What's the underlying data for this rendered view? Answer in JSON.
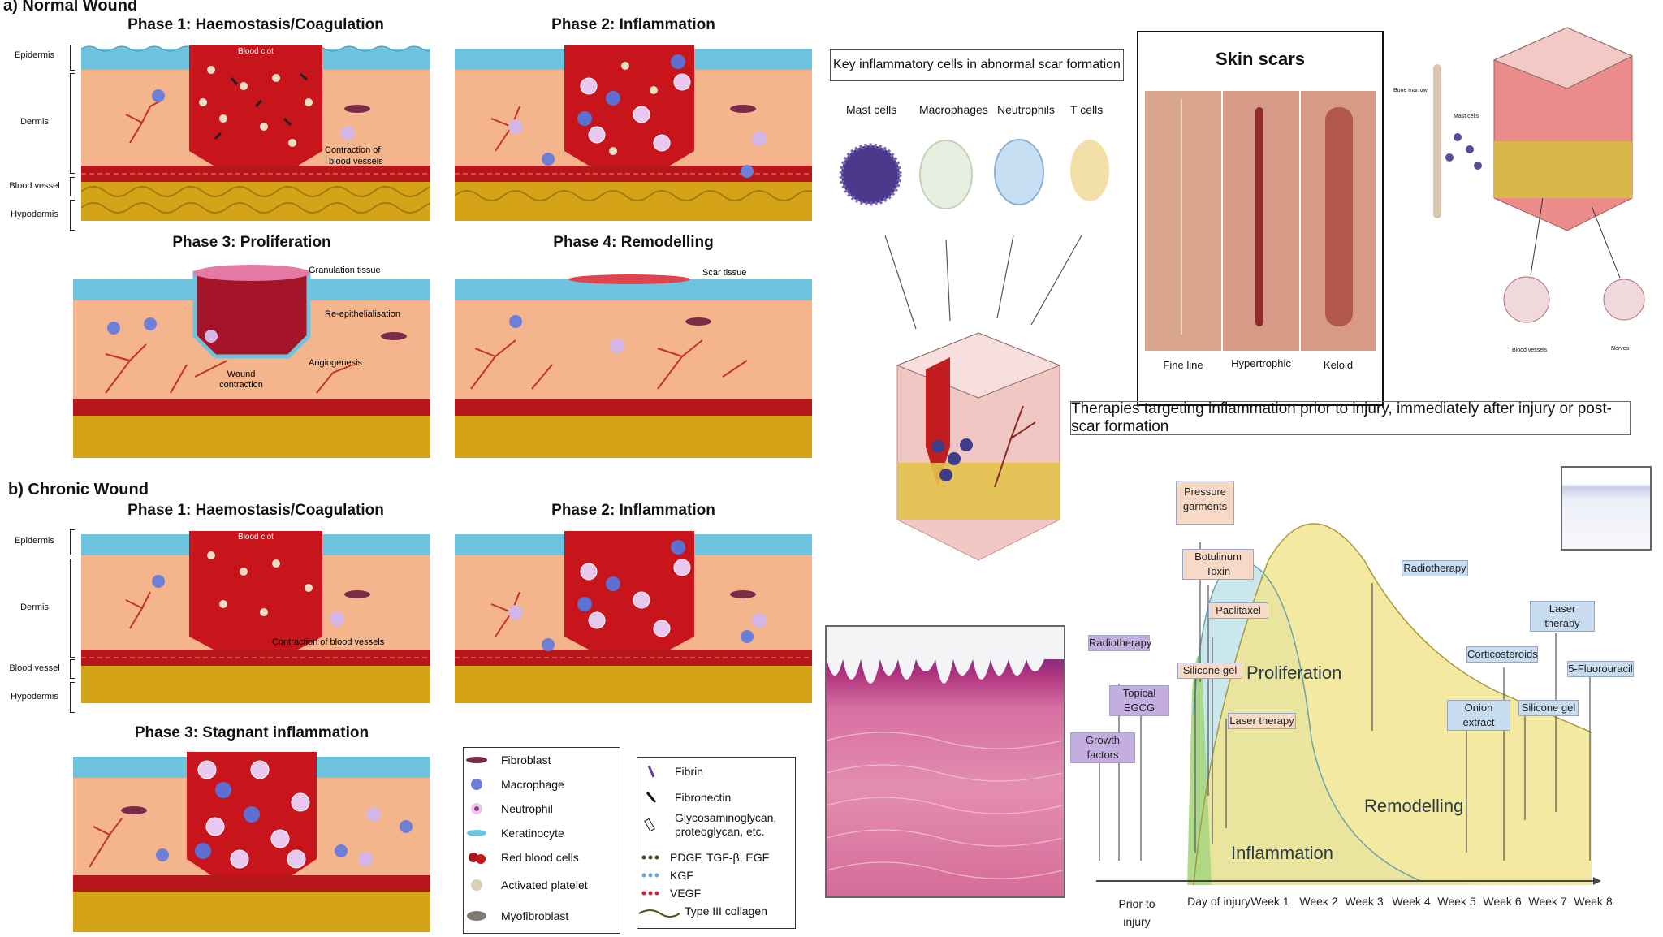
{
  "section_a": {
    "title": "a) Normal Wound",
    "layers": [
      "Epidermis",
      "Dermis",
      "Blood vessel",
      "Hypodermis"
    ],
    "phase1": {
      "title": "Phase 1: Haemostasis/Coagulation",
      "clot": "Blood clot",
      "note": "Contraction of\nblood vessels"
    },
    "phase2": {
      "title": "Phase 2: Inflammation"
    },
    "phase3": {
      "title": "Phase 3: Proliferation",
      "granulation": "Granulation tissue",
      "reepi": "Re-epithelialisation",
      "wound_contraction": "Wound\ncontraction",
      "angiogenesis": "Angiogenesis"
    },
    "phase4": {
      "title": "Phase 4: Remodelling",
      "scar": "Scar tissue"
    }
  },
  "section_b": {
    "title": "b) Chronic Wound",
    "layers": [
      "Epidermis",
      "Dermis",
      "Blood vessel",
      "Hypodermis"
    ],
    "phase1": {
      "title": "Phase 1: Haemostasis/Coagulation",
      "clot": "Blood clot",
      "note": "Contraction of blood vessels"
    },
    "phase2": {
      "title": "Phase 2: Inflammation"
    },
    "phase3": {
      "title": "Phase 3: Stagnant inflammation"
    }
  },
  "legend_cells": [
    {
      "label": "Fibroblast",
      "icon": "fibroblast-icon"
    },
    {
      "label": "Macrophage",
      "icon": "macrophage-icon"
    },
    {
      "label": "Neutrophil",
      "icon": "neutrophil-icon"
    },
    {
      "label": "Keratinocyte",
      "icon": "keratinocyte-icon"
    },
    {
      "label": "Red blood cells",
      "icon": "rbc-icon"
    },
    {
      "label": "Activated platelet",
      "icon": "platelet-icon"
    },
    {
      "label": "Myofibroblast",
      "icon": "myofibroblast-icon"
    }
  ],
  "legend_matrix": [
    {
      "label": "Fibrin",
      "icon": "fibrin-icon"
    },
    {
      "label": "Fibronectin",
      "icon": "fibronectin-icon"
    },
    {
      "label": "Glycosaminoglycan,\nproteoglycan, etc.",
      "icon": "gag-icon"
    },
    {
      "label": "PDGF, TGF-β, EGF",
      "icon": "pdgf-dots-icon"
    },
    {
      "label": "KGF",
      "icon": "kgf-dots-icon"
    },
    {
      "label": "VEGF",
      "icon": "vegf-dots-icon"
    },
    {
      "label": "Type III collagen",
      "icon": "collagen-line-icon"
    }
  ],
  "key_cells": {
    "title": "Key inflammatory cells in abnormal scar formation",
    "cells": [
      "Mast cells",
      "Macrophages",
      "Neutrophils",
      "T cells"
    ]
  },
  "skin_scars": {
    "title": "Skin scars",
    "types": [
      "Fine line",
      "Hypertrophic",
      "Keloid"
    ]
  },
  "tiny_labels": [
    "Bone marrow",
    "Mast cells",
    "Blood vessels",
    "Nerves"
  ],
  "therapies_banner": "Therapies targeting inflammation prior to injury, immediately after injury or post-scar formation",
  "timeline": {
    "ticks": [
      "Prior to\ninjury",
      "Day of injury",
      "Week 1",
      "Week 2",
      "Week 3",
      "Week 4",
      "Week 5",
      "Week 6",
      "Week 7",
      "Week 8"
    ],
    "phases": [
      "Inflammation",
      "Proliferation",
      "Remodelling"
    ],
    "purple_therapies": [
      "Radiotherapy",
      "Topical EGCG",
      "Growth factors"
    ],
    "orange_therapies": [
      "Pressure\ngarments",
      "Botulinum Toxin",
      "Paclitaxel",
      "Silicone gel",
      "Laser therapy"
    ],
    "blue_therapies": [
      "Radiotherapy",
      "Laser therapy",
      "Corticosteroids",
      "5-Fluorouracil",
      "Onion extract",
      "Silicone gel"
    ]
  },
  "colors": {
    "blood": "#c8141b",
    "dermis": "#f4b58c",
    "epidermis": "#6ec3de",
    "fat": "#d4a317",
    "vessel": "#b6171d"
  }
}
